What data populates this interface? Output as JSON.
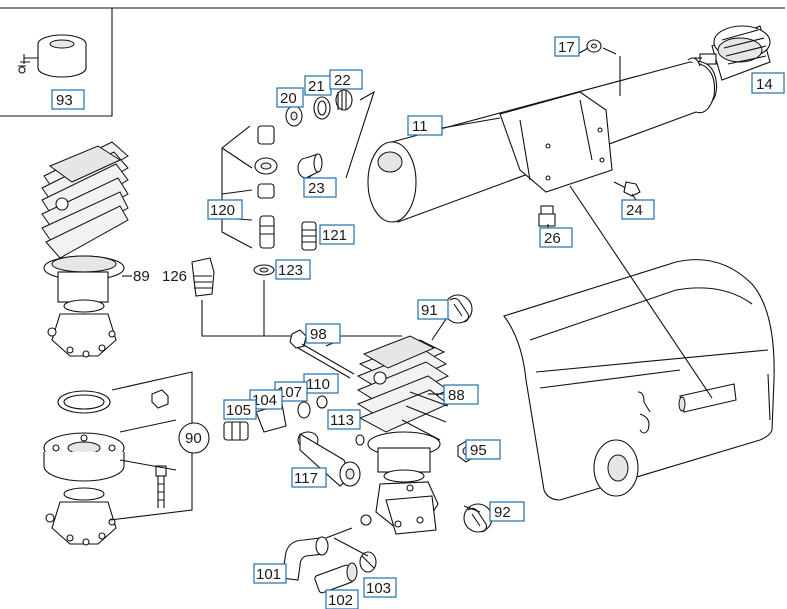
{
  "callouts": {
    "c93": "93",
    "c17": "17",
    "c14": "14",
    "c11": "11",
    "c20": "20",
    "c21": "21",
    "c22": "22",
    "c23": "23",
    "c24": "24",
    "c26": "26",
    "c120": "120",
    "c121": "121",
    "c123": "123",
    "c126": "126",
    "c89": "89",
    "c91": "91",
    "c98": "98",
    "c88": "88",
    "c110": "110",
    "c107": "107",
    "c104": "104",
    "c105": "105",
    "c113": "113",
    "c90": "90",
    "c95": "95",
    "c117": "117",
    "c92": "92",
    "c101": "101",
    "c102": "102",
    "c103": "103"
  },
  "colors": {
    "callout_border": "#1f6fa8",
    "line": "#111111",
    "background": "#ffffff"
  }
}
